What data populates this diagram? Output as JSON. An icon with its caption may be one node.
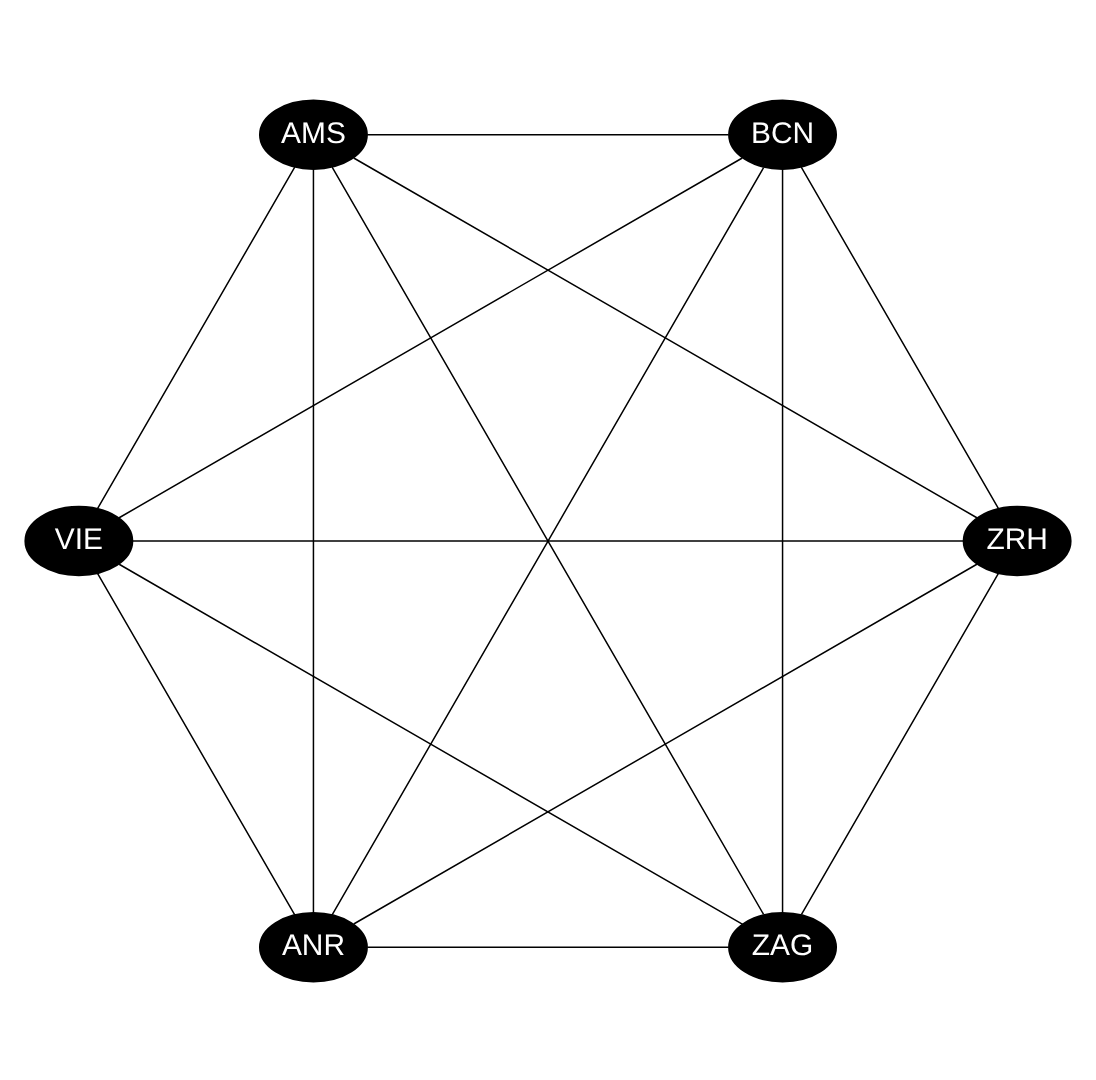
{
  "diagram": {
    "nodes": [
      {
        "text": [
          "ZAG"
        ]
      },
      {
        "text": [
          "ZRH"
        ]
      },
      {
        "text": [
          "VIE"
        ]
      },
      {
        "text": [
          "AMS"
        ]
      },
      {
        "text": [
          "BCN"
        ]
      },
      {
        "text": [
          "ANR"
        ]
      }
    ],
    "edges": [
      {
        "from": 0,
        "to": 1,
        "arrow": "none"
      },
      {
        "from": 0,
        "to": 2,
        "arrow": "none"
      },
      {
        "from": 0,
        "to": 3,
        "arrow": "none"
      },
      {
        "from": 0,
        "to": 4,
        "arrow": "none"
      },
      {
        "from": 0,
        "to": 5,
        "arrow": "none"
      },
      {
        "from": 1,
        "to": 2,
        "arrow": "none"
      },
      {
        "from": 1,
        "to": 3,
        "arrow": "none"
      },
      {
        "from": 1,
        "to": 4,
        "arrow": "none"
      },
      {
        "from": 1,
        "to": 5,
        "arrow": "none"
      },
      {
        "from": 2,
        "to": 3,
        "arrow": "none"
      },
      {
        "from": 2,
        "to": 4,
        "arrow": "none"
      },
      {
        "from": 2,
        "to": 5,
        "arrow": "none"
      },
      {
        "from": 3,
        "to": 4,
        "arrow": "none"
      },
      {
        "from": 3,
        "to": 5,
        "arrow": "none"
      },
      {
        "from": 4,
        "to": 5,
        "arrow": "none"
      }
    ]
  }
}
